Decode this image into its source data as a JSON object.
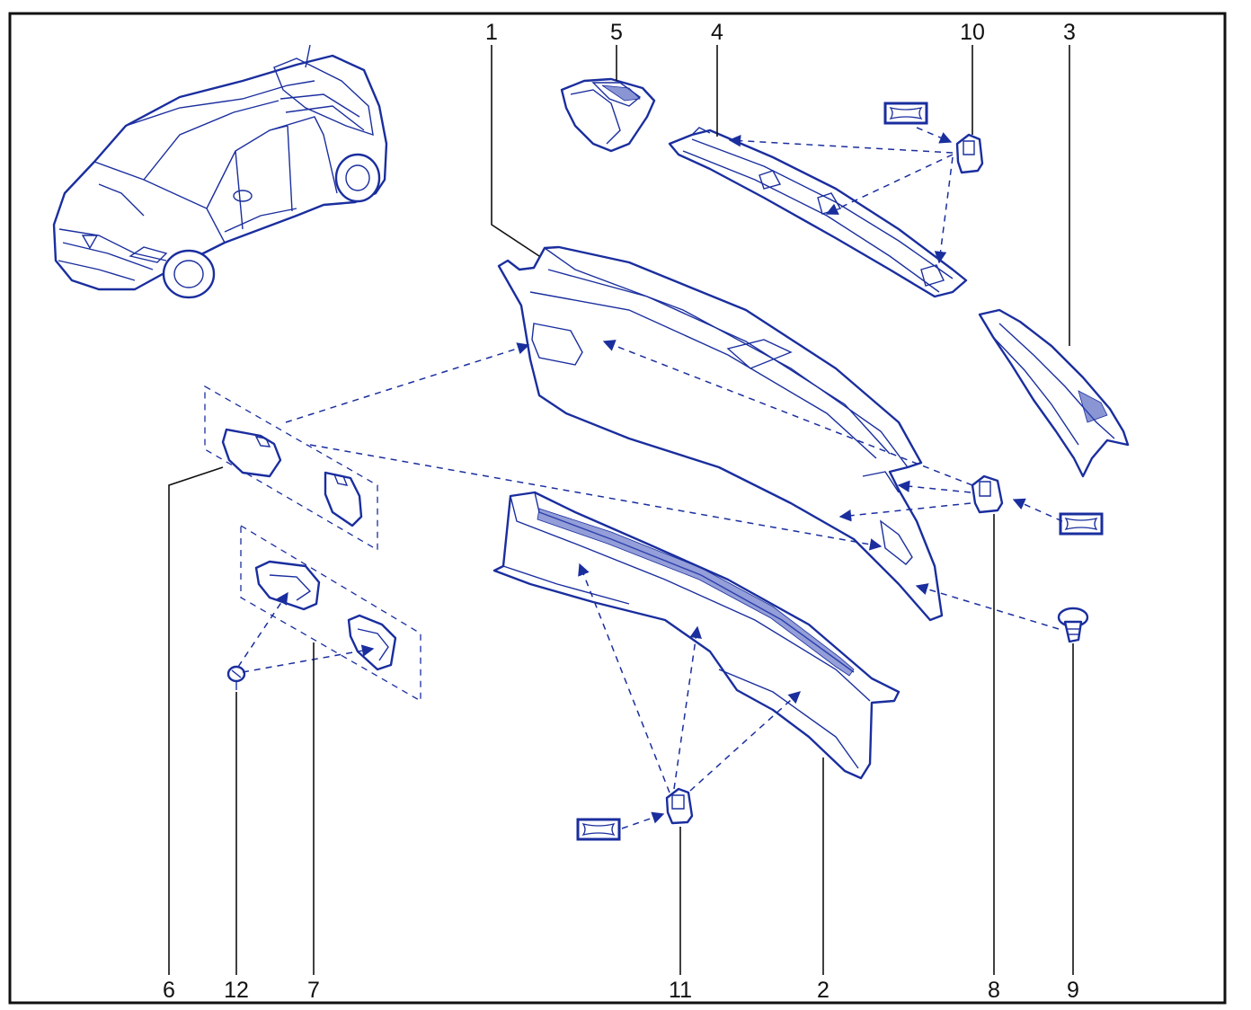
{
  "callouts": [
    {
      "id": "1",
      "label": "1"
    },
    {
      "id": "2",
      "label": "2"
    },
    {
      "id": "3",
      "label": "3"
    },
    {
      "id": "4",
      "label": "4"
    },
    {
      "id": "5",
      "label": "5"
    },
    {
      "id": "6",
      "label": "6"
    },
    {
      "id": "7",
      "label": "7"
    },
    {
      "id": "8",
      "label": "8"
    },
    {
      "id": "9",
      "label": "9"
    },
    {
      "id": "10",
      "label": "10"
    },
    {
      "id": "11",
      "label": "11"
    },
    {
      "id": "12",
      "label": "12"
    }
  ],
  "colors": {
    "line_art": "#1a2e9e",
    "callout_text": "#111111",
    "frame": "#111111",
    "background": "#ffffff"
  }
}
